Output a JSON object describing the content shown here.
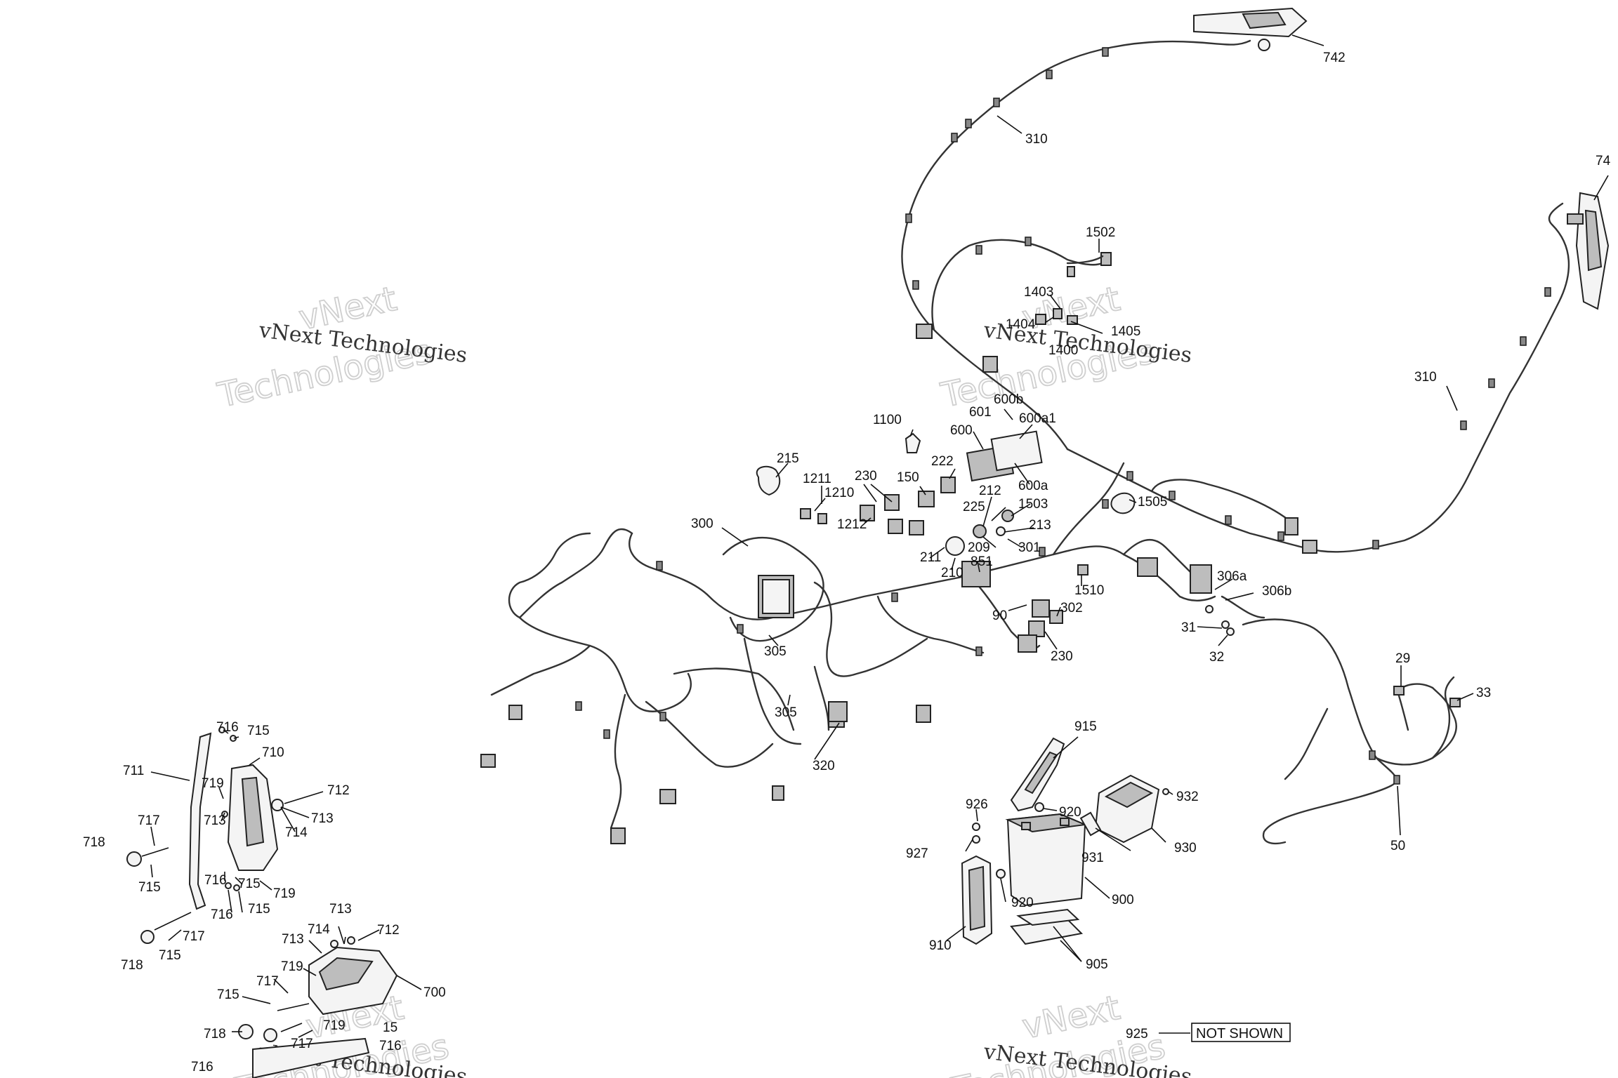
{
  "diagram": {
    "labels": [
      {
        "id": "l742",
        "text": "742"
      },
      {
        "id": "l310a",
        "text": "310"
      },
      {
        "id": "l74",
        "text": "74"
      },
      {
        "id": "l1502",
        "text": "1502"
      },
      {
        "id": "l1403",
        "text": "1403"
      },
      {
        "id": "l1404",
        "text": "1404"
      },
      {
        "id": "l1405",
        "text": "1405"
      },
      {
        "id": "l1400",
        "text": "1400"
      },
      {
        "id": "l310b",
        "text": "310"
      },
      {
        "id": "l600b",
        "text": "600b"
      },
      {
        "id": "l600a1",
        "text": "600a1"
      },
      {
        "id": "l601",
        "text": "601"
      },
      {
        "id": "l1100",
        "text": "1100"
      },
      {
        "id": "l600",
        "text": "600"
      },
      {
        "id": "l222",
        "text": "222"
      },
      {
        "id": "l600a",
        "text": "600a"
      },
      {
        "id": "l215",
        "text": "215"
      },
      {
        "id": "l230a",
        "text": "230"
      },
      {
        "id": "l150",
        "text": "150"
      },
      {
        "id": "l212",
        "text": "212"
      },
      {
        "id": "l1211",
        "text": "1211"
      },
      {
        "id": "l1210",
        "text": "1210"
      },
      {
        "id": "l225",
        "text": "225"
      },
      {
        "id": "l1503",
        "text": "1503"
      },
      {
        "id": "l1505",
        "text": "1505"
      },
      {
        "id": "l300",
        "text": "300"
      },
      {
        "id": "l1212",
        "text": "1212"
      },
      {
        "id": "l213",
        "text": "213"
      },
      {
        "id": "l209",
        "text": "209"
      },
      {
        "id": "l301",
        "text": "301"
      },
      {
        "id": "l211",
        "text": "211"
      },
      {
        "id": "l851",
        "text": "851"
      },
      {
        "id": "l210",
        "text": "210"
      },
      {
        "id": "l306a",
        "text": "306a"
      },
      {
        "id": "l306b",
        "text": "306b"
      },
      {
        "id": "l1510",
        "text": "1510"
      },
      {
        "id": "l302",
        "text": "302"
      },
      {
        "id": "l90",
        "text": "90"
      },
      {
        "id": "l31",
        "text": "31"
      },
      {
        "id": "l32",
        "text": "32"
      },
      {
        "id": "l230b",
        "text": "230"
      },
      {
        "id": "l305a",
        "text": "305"
      },
      {
        "id": "l29",
        "text": "29"
      },
      {
        "id": "l33",
        "text": "33"
      },
      {
        "id": "l305b",
        "text": "305"
      },
      {
        "id": "l915",
        "text": "915"
      },
      {
        "id": "l320",
        "text": "320"
      },
      {
        "id": "l716a",
        "text": "716"
      },
      {
        "id": "l715a",
        "text": "715"
      },
      {
        "id": "l710",
        "text": "710"
      },
      {
        "id": "l711",
        "text": "711"
      },
      {
        "id": "l719a",
        "text": "719"
      },
      {
        "id": "l712a",
        "text": "712"
      },
      {
        "id": "l926",
        "text": "926"
      },
      {
        "id": "l920a",
        "text": "920"
      },
      {
        "id": "l932",
        "text": "932"
      },
      {
        "id": "l713a",
        "text": "713"
      },
      {
        "id": "l713b",
        "text": "713"
      },
      {
        "id": "l714a",
        "text": "714"
      },
      {
        "id": "l717a",
        "text": "717"
      },
      {
        "id": "l50",
        "text": "50"
      },
      {
        "id": "l718a",
        "text": "718"
      },
      {
        "id": "l927",
        "text": "927"
      },
      {
        "id": "l931",
        "text": "931"
      },
      {
        "id": "l930",
        "text": "930"
      },
      {
        "id": "l715b",
        "text": "715"
      },
      {
        "id": "l716b",
        "text": "716"
      },
      {
        "id": "l715c",
        "text": "715"
      },
      {
        "id": "l719b",
        "text": "719"
      },
      {
        "id": "l900",
        "text": "900"
      },
      {
        "id": "l716c",
        "text": "716"
      },
      {
        "id": "l715d",
        "text": "715"
      },
      {
        "id": "l920b",
        "text": "920"
      },
      {
        "id": "l713c",
        "text": "713"
      },
      {
        "id": "l717b",
        "text": "717"
      },
      {
        "id": "l714b",
        "text": "714"
      },
      {
        "id": "l712b",
        "text": "712"
      },
      {
        "id": "l718b",
        "text": "718"
      },
      {
        "id": "l715e",
        "text": "715"
      },
      {
        "id": "l713d",
        "text": "713"
      },
      {
        "id": "l910",
        "text": "910"
      },
      {
        "id": "l905",
        "text": "905"
      },
      {
        "id": "l719c",
        "text": "719"
      },
      {
        "id": "l700",
        "text": "700"
      },
      {
        "id": "l717c",
        "text": "717"
      },
      {
        "id": "l715f",
        "text": "715"
      },
      {
        "id": "l718c",
        "text": "718"
      },
      {
        "id": "l719d",
        "text": "719"
      },
      {
        "id": "l15",
        "text": "15"
      },
      {
        "id": "l717d",
        "text": "717"
      },
      {
        "id": "l716d",
        "text": "716"
      },
      {
        "id": "l716e",
        "text": "716"
      },
      {
        "id": "l925",
        "text": "925"
      }
    ],
    "not_shown": "NOT SHOWN",
    "watermark": {
      "serif": "vNext Technologies",
      "outline_top": "vNext",
      "outline_bottom": "Technologies"
    }
  }
}
